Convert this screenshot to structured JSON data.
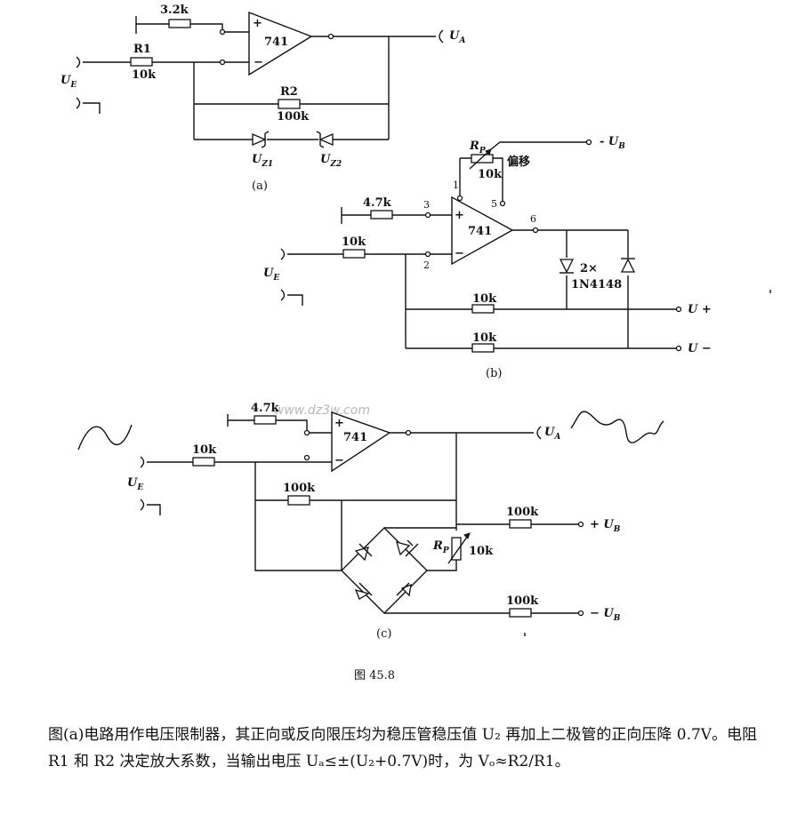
{
  "circuit_a": {
    "r_input_value": "3.2k",
    "r1_name": "R1",
    "r1_value": "10k",
    "r2_name": "R2",
    "r2_value": "100k",
    "opamp": "741",
    "output": "U",
    "output_sub": "A",
    "input": "U",
    "input_sub": "E",
    "zener1": "U",
    "zener1_sub": "Z1",
    "zener2": "U",
    "zener2_sub": "Z2",
    "label": "(a)"
  },
  "circuit_b": {
    "r_plus_value": "4.7k",
    "r_in_value": "10k",
    "rp_name": "R",
    "rp_sub": "P",
    "rp_value": "10k",
    "rp_note": "偏移",
    "opamp": "741",
    "pin1": "1",
    "pin2": "2",
    "pin3": "3",
    "pin5": "5",
    "pin6": "6",
    "neg_supply": "- U",
    "neg_supply_sub": "B",
    "diodes": "2×",
    "diode_type": "1N4148",
    "r_fb1_value": "10k",
    "r_fb2_value": "10k",
    "out_plus": "U +",
    "out_minus": "U −",
    "input": "U",
    "input_sub": "E",
    "label": "(b)"
  },
  "circuit_c": {
    "r_plus_value": "4.7k",
    "r_in_value": "10k",
    "r_fb_value": "100k",
    "opamp": "741",
    "output": "U",
    "output_sub": "A",
    "input": "U",
    "input_sub": "E",
    "rp_name": "R",
    "rp_sub": "P",
    "rp_value": "10k",
    "r_top_value": "100k",
    "supply_plus": "+ U",
    "supply_plus_sub": "B",
    "r_bottom_value": "100k",
    "supply_minus": "− U",
    "supply_minus_sub": "B",
    "label": "(c)"
  },
  "watermark": "www.dz3w.com",
  "figure_title": "图 45.8",
  "caption": "图(a)电路用作电压限制器，其正向或反向限压均为稳压管稳压值 U₂ 再加上二极管的正向压降 0.7V。电阻 R1 和 R2 决定放大系数，当输出电压 Uₐ≤±(U₂+0.7V)时，为 Vₒ≈R2/R1。"
}
